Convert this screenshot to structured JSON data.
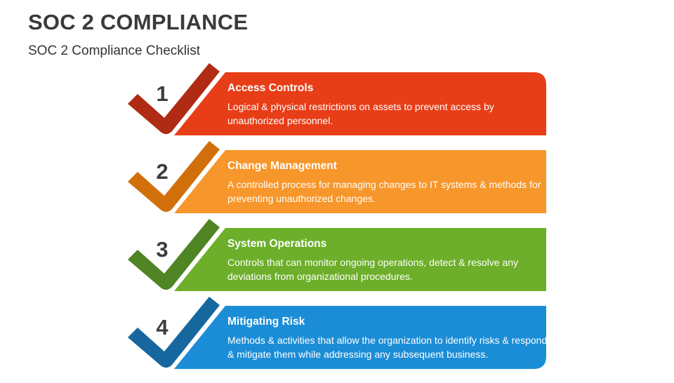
{
  "header": {
    "title": "SOC 2 COMPLIANCE",
    "subtitle": "SOC 2 Compliance Checklist"
  },
  "items": [
    {
      "number": "1",
      "title": "Access Controls",
      "description": "Logical & physical restrictions on assets to prevent access by unauthorized personnel.",
      "color": "#E83E18",
      "check_color": "#B02B14"
    },
    {
      "number": "2",
      "title": "Change Management",
      "description": "A controlled process for managing changes to IT systems & methods for preventing unauthorized changes.",
      "color": "#F7962A",
      "check_color": "#D1700B"
    },
    {
      "number": "3",
      "title": "System Operations",
      "description": "Controls that can monitor ongoing operations, detect & resolve any deviations from organizational procedures.",
      "color": "#6DAF2A",
      "check_color": "#4F8524"
    },
    {
      "number": "4",
      "title": "Mitigating Risk",
      "description": "Methods & activities that allow the organization to identify risks & respond & mitigate them while addressing any subsequent business.",
      "color": "#1B8DD6",
      "check_color": "#17679F"
    }
  ]
}
